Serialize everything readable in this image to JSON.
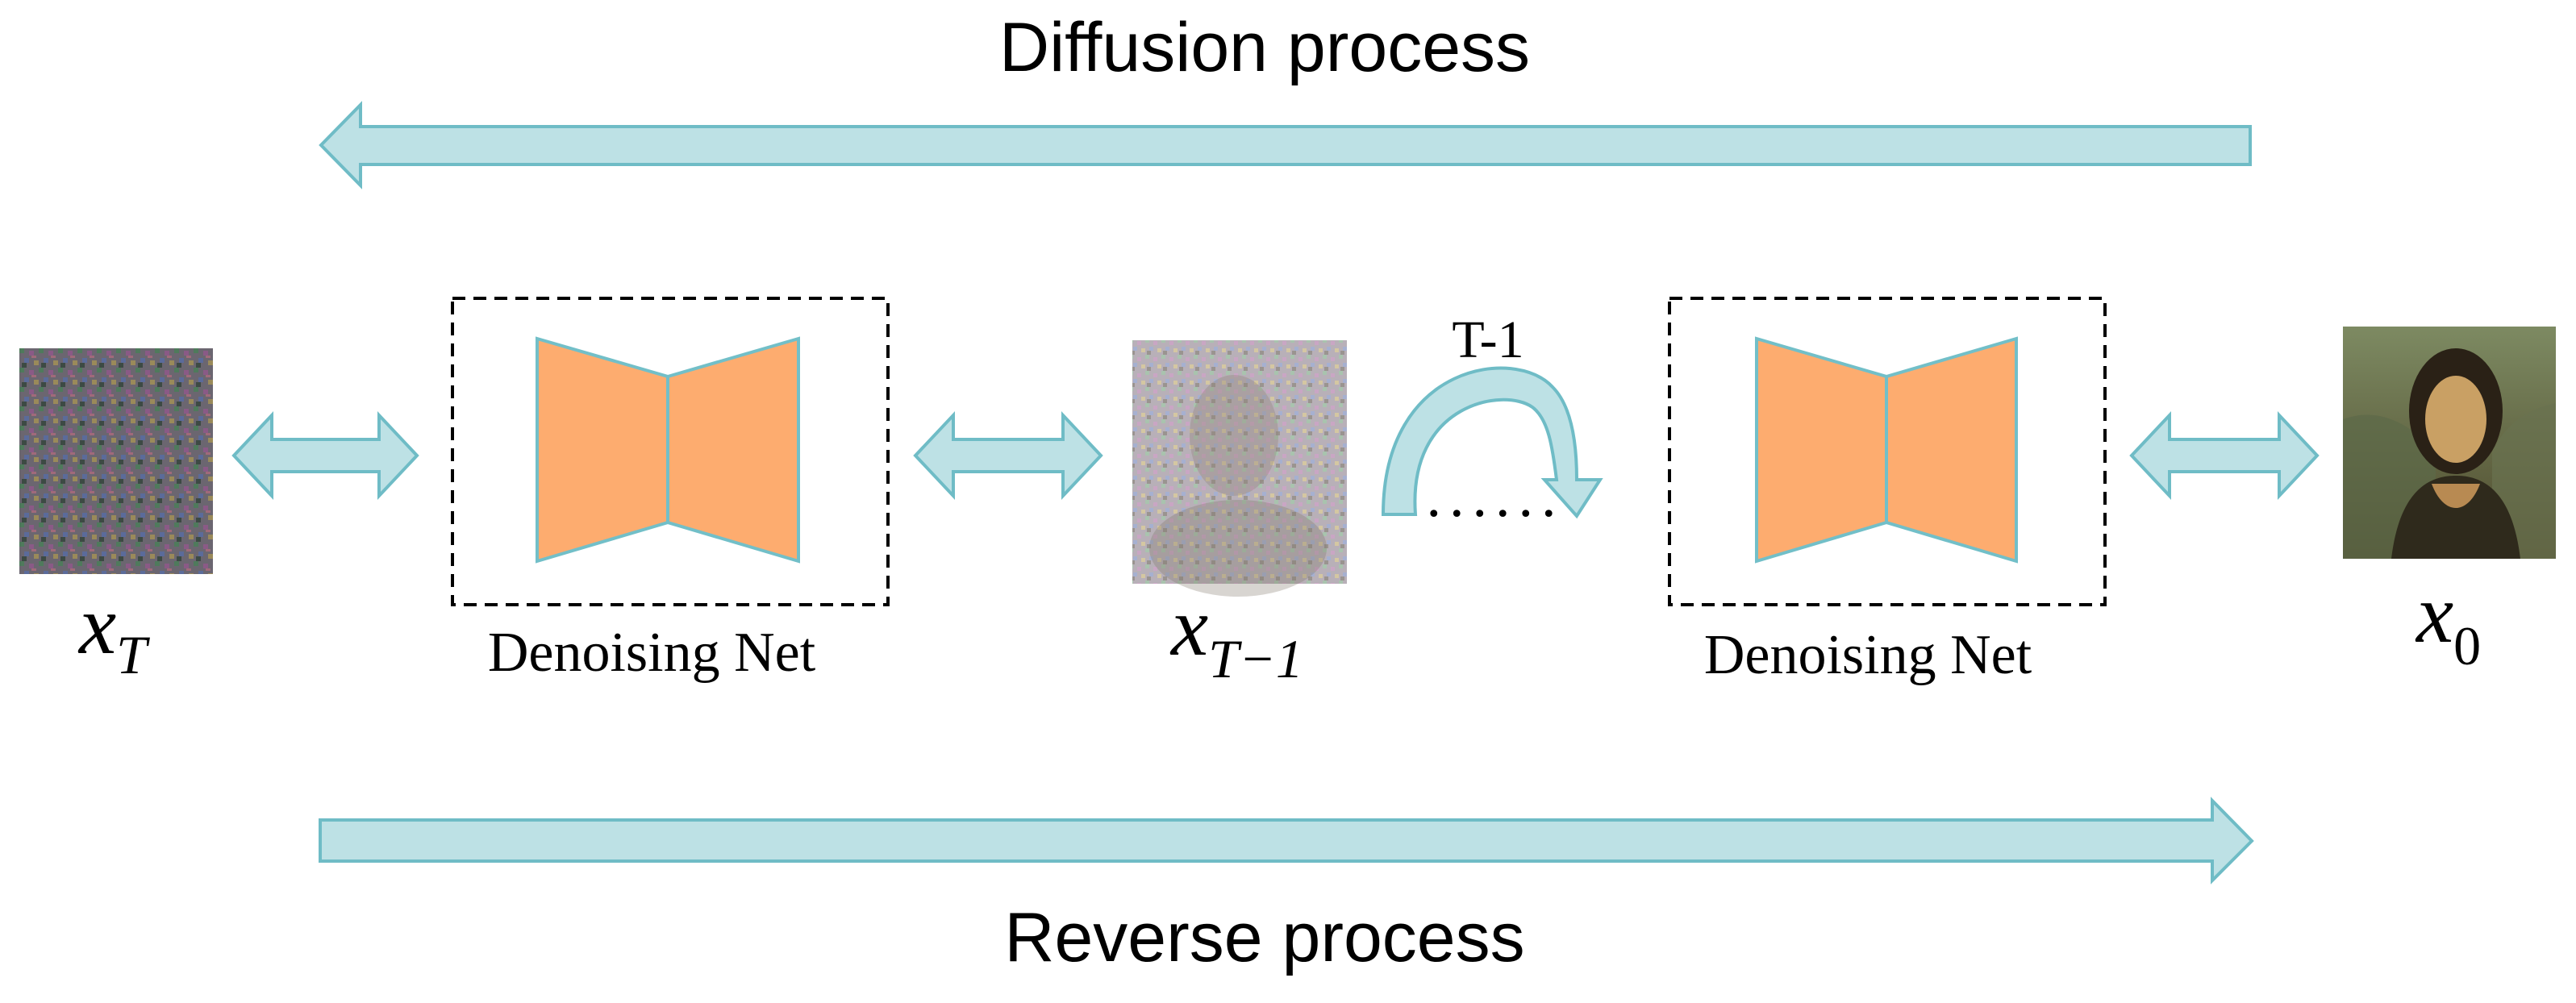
{
  "top_label": "Diffusion process",
  "bottom_label": "Reverse process",
  "loop_label": "T-1",
  "ellipsis": "......",
  "nodes": {
    "x_T": {
      "var": "x",
      "sub": "T"
    },
    "x_Tm1": {
      "var": "x",
      "sub": "T−1"
    },
    "x_0": {
      "var": "x",
      "sub": "0"
    }
  },
  "nets": [
    {
      "label": "Denoising Net"
    },
    {
      "label": "Denoising Net"
    }
  ],
  "colors": {
    "arrow_fill": "#bde1e5",
    "arrow_stroke": "#6fbcc6",
    "net_fill": "#fdac6f",
    "net_stroke": "#72bfc8",
    "box_stroke": "#000000",
    "text": "#000000"
  }
}
